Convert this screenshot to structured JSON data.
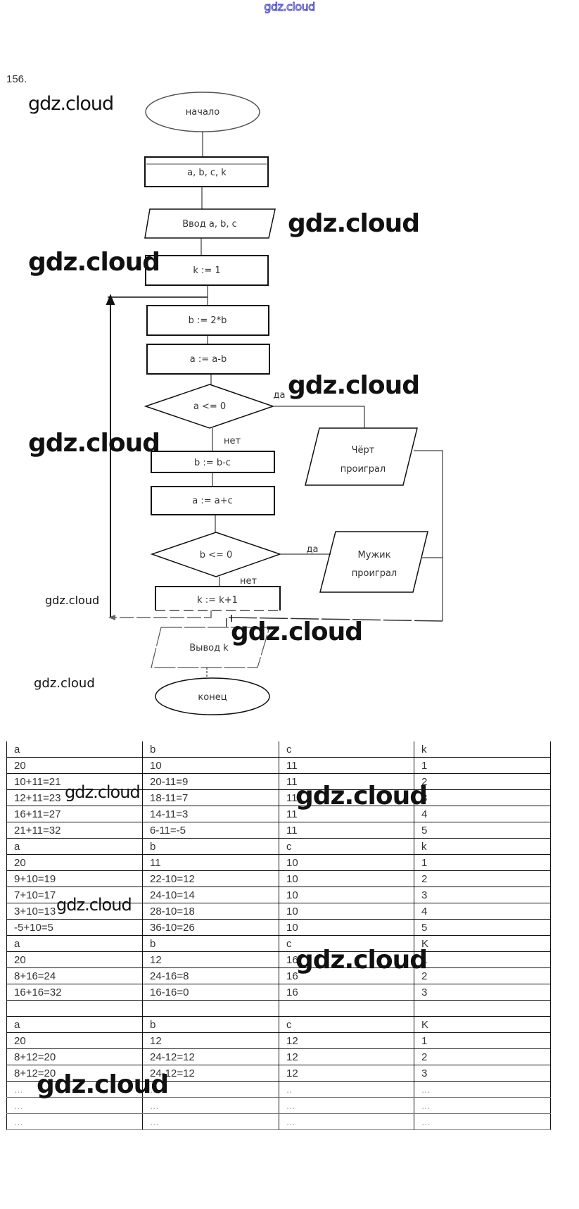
{
  "header": {
    "site_logo": "gdz.cloud",
    "task_number": "156."
  },
  "watermark_text": "gdz.cloud",
  "flowchart": {
    "start": "начало",
    "declare": "a, b, c, k",
    "input": "Ввод a, b, c",
    "init_k": "k := 1",
    "double_b": "b := 2*b",
    "sub_a": "a := a-b",
    "cond_a": "a <= 0",
    "yes_label_1": "да",
    "no_label_1": "нет",
    "devil_lost_line1": "Чёрт",
    "devil_lost_line2": "проиграл",
    "sub_b": "b := b-c",
    "add_a": "a := a+c",
    "cond_b": "b <= 0",
    "yes_label_2": "да",
    "no_label_2": "нет",
    "man_lost_line1": "Мужик",
    "man_lost_line2": "проиграл",
    "inc_k": "k := k+1",
    "output": "Вывод k",
    "end": "конец"
  },
  "trace_table": {
    "rows": [
      [
        "a",
        "b",
        "c",
        "k"
      ],
      [
        "20",
        "10",
        "11",
        "1"
      ],
      [
        "10+11=21",
        "20-11=9",
        "11",
        "2"
      ],
      [
        "12+11=23",
        "18-11=7",
        "11",
        "3"
      ],
      [
        "16+11=27",
        "14-11=3",
        "11",
        "4"
      ],
      [
        "21+11=32",
        "6-11=-5",
        "11",
        "5"
      ],
      [
        "a",
        "b",
        "c",
        "k"
      ],
      [
        "20",
        "11",
        "10",
        "1"
      ],
      [
        "9+10=19",
        "22-10=12",
        "10",
        "2"
      ],
      [
        "7+10=17",
        "24-10=14",
        "10",
        "3"
      ],
      [
        "3+10=13",
        "28-10=18",
        "10",
        "4"
      ],
      [
        "-5+10=5",
        "36-10=26",
        "10",
        "5"
      ],
      [
        "a",
        "b",
        "c",
        "K"
      ],
      [
        "20",
        "12",
        "16",
        "1"
      ],
      [
        "8+16=24",
        "24-16=8",
        "16",
        "2"
      ],
      [
        "16+16=32",
        "16-16=0",
        "16",
        "3"
      ],
      [
        "",
        "",
        "",
        ""
      ],
      [
        "a",
        "b",
        "c",
        "K"
      ],
      [
        "20",
        "12",
        "12",
        "1"
      ],
      [
        "8+12=20",
        "24-12=12",
        "12",
        "2"
      ],
      [
        "8+12=20",
        "24-12=12",
        "12",
        "3"
      ],
      [
        "...",
        "...",
        "..",
        "..."
      ],
      [
        "...",
        "...",
        "...",
        "..."
      ],
      [
        "...",
        "...",
        "...",
        "..."
      ]
    ]
  }
}
